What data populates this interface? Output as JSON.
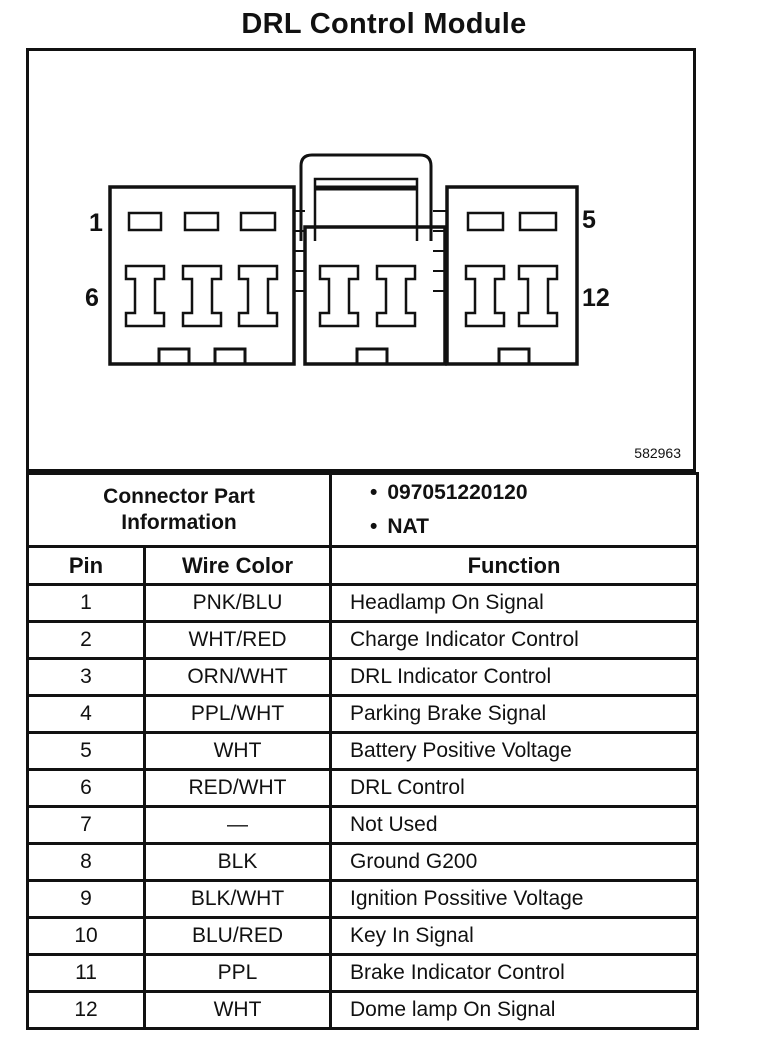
{
  "title": "DRL Control Module",
  "diagram": {
    "figure_number": "582963",
    "pin_labels": {
      "top_left": "1",
      "bottom_left": "6",
      "top_right": "5",
      "bottom_right": "12"
    }
  },
  "connector_info": {
    "label_line1": "Connector Part",
    "label_line2": "Information",
    "values": [
      "097051220120",
      "NAT"
    ]
  },
  "table": {
    "headers": {
      "pin": "Pin",
      "wire": "Wire Color",
      "function": "Function"
    },
    "rows": [
      {
        "pin": "1",
        "wire": "PNK/BLU",
        "function": "Headlamp On Signal"
      },
      {
        "pin": "2",
        "wire": "WHT/RED",
        "function": "Charge Indicator Control"
      },
      {
        "pin": "3",
        "wire": "ORN/WHT",
        "function": "DRL Indicator Control"
      },
      {
        "pin": "4",
        "wire": "PPL/WHT",
        "function": "Parking Brake Signal"
      },
      {
        "pin": "5",
        "wire": "WHT",
        "function": "Battery Positive Voltage"
      },
      {
        "pin": "6",
        "wire": "RED/WHT",
        "function": "DRL Control"
      },
      {
        "pin": "7",
        "wire": "—",
        "function": "Not Used"
      },
      {
        "pin": "8",
        "wire": "BLK",
        "function": "Ground G200"
      },
      {
        "pin": "9",
        "wire": "BLK/WHT",
        "function": "Ignition Possitive Voltage"
      },
      {
        "pin": "10",
        "wire": "BLU/RED",
        "function": "Key In Signal"
      },
      {
        "pin": "11",
        "wire": "PPL",
        "function": "Brake Indicator Control"
      },
      {
        "pin": "12",
        "wire": "WHT",
        "function": "Dome lamp On Signal"
      }
    ]
  }
}
